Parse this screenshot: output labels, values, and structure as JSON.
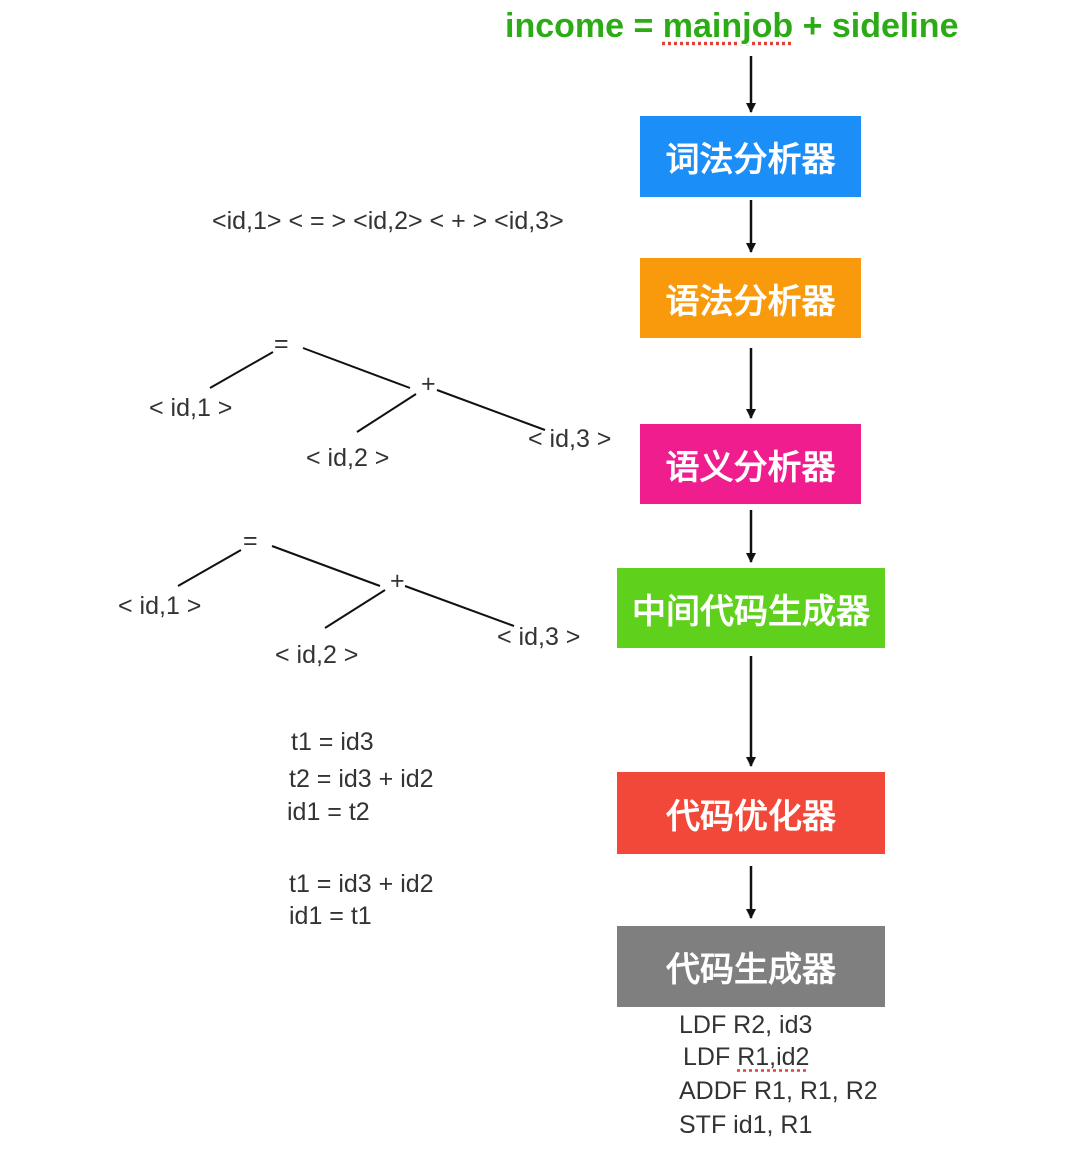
{
  "title": {
    "left": "income = ",
    "mid": "mainjob",
    "right": " + sideline",
    "color": "#2cab16"
  },
  "stages": [
    {
      "label": "词法分析器",
      "color": "#1b8ef8"
    },
    {
      "label": "语法分析器",
      "color": "#f89a0b"
    },
    {
      "label": "语义分析器",
      "color": "#ef1d8e"
    },
    {
      "label": "中间代码生成器",
      "color": "#5fd11c"
    },
    {
      "label": "代码优化器",
      "color": "#f2483a"
    },
    {
      "label": "代码生成器",
      "color": "#7f7f7f"
    }
  ],
  "token_stream": "<id,1> < = > <id,2> < + > <id,3>",
  "syntax_tree": {
    "root": "=",
    "plus": "+",
    "id1": "< id,1 >",
    "id2": "< id,2 >",
    "id3": "< id,3 >"
  },
  "semantic_tree": {
    "root": "=",
    "plus": "+",
    "id1": "< id,1 >",
    "id2": "< id,2 >",
    "id3": "< id,3 >"
  },
  "intermediate_code": [
    "t1 = id3",
    "t2 = id3 + id2",
    "id1 = t2"
  ],
  "optimized_code": [
    "t1 = id3 + id2",
    "id1 = t1"
  ],
  "target_code": {
    "line1": "LDF R2, id3",
    "line2_pre": "LDF ",
    "line2_spell": "R1,id2",
    "line3": "ADDF R1, R1, R2",
    "line4": "STF id1, R1"
  }
}
